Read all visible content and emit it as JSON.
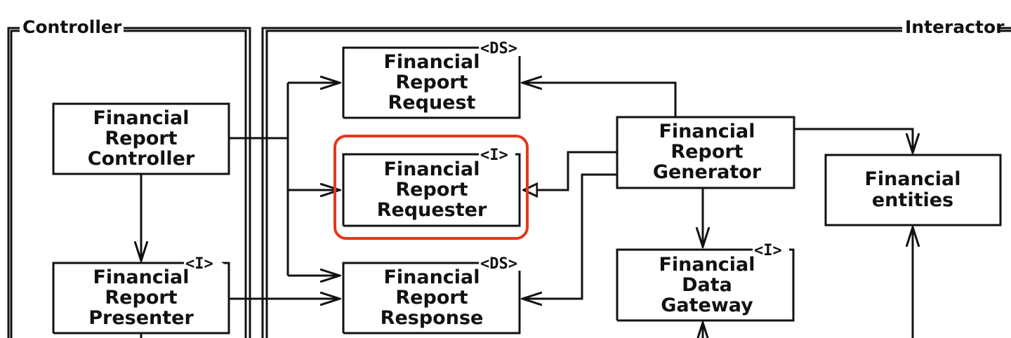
{
  "packages": {
    "controller": "Controller",
    "interactor": "Interactor"
  },
  "boxes": {
    "controller_box": [
      "Financial",
      "Report",
      "Controller"
    ],
    "presenter_box": [
      "Financial",
      "Report",
      "Presenter"
    ],
    "request_box": [
      "Financial",
      "Report",
      "Request"
    ],
    "requester_box": [
      "Financial",
      "Report",
      "Requester"
    ],
    "response_box": [
      "Financial",
      "Report",
      "Response"
    ],
    "generator_box": [
      "Financial",
      "Report",
      "Generator"
    ],
    "gateway_box": [
      "Financial",
      "Data",
      "Gateway"
    ],
    "entities_box": [
      "Financial",
      "entities"
    ]
  },
  "stereotypes": {
    "presenter": "<I>",
    "request": "<DS>",
    "requester": "<I>",
    "response": "<DS>",
    "gateway": "<I>"
  },
  "highlight_color": "#e5371c"
}
